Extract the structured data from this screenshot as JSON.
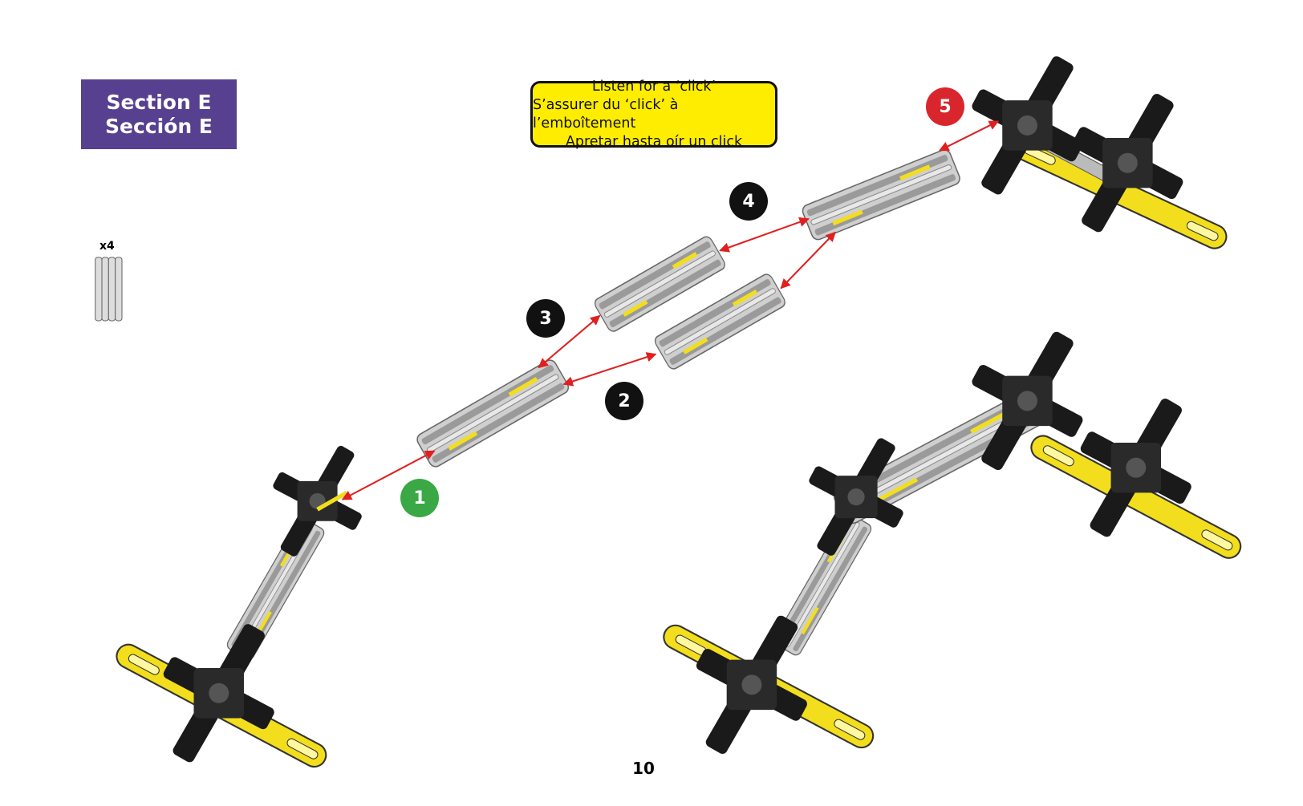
{
  "section": {
    "line1": "Section E",
    "line2": "Sección E"
  },
  "note": {
    "line1": "Listen for a ‘click’",
    "line2": "S’assurer du ‘click’ à l’emboîtement",
    "line3": "Apretar hasta oír un click"
  },
  "parts": {
    "quantity": "x4"
  },
  "steps": [
    {
      "label": "1",
      "color": "#3aa845"
    },
    {
      "label": "2",
      "color": "#111111"
    },
    {
      "label": "3",
      "color": "#111111"
    },
    {
      "label": "4",
      "color": "#111111"
    },
    {
      "label": "5",
      "color": "#d9262c"
    }
  ],
  "colors": {
    "section_bg": "#56408f",
    "note_bg": "#ffed00",
    "arrow": "#e02020",
    "part_yellow": "#f2de1c",
    "part_black": "#1a1a1a",
    "part_grey": "#c8c8c8"
  },
  "page_number": "10"
}
